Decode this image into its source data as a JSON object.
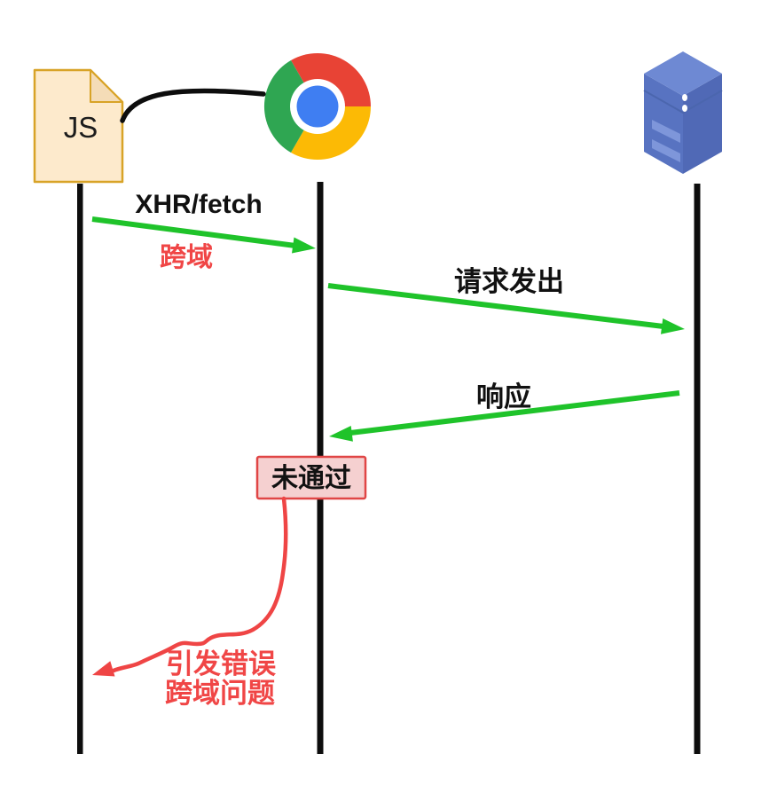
{
  "page": {
    "background": "#ffffff"
  },
  "diagram": {
    "kind": "cors-sequence-diagram",
    "actors": {
      "js_file": {
        "label": "JS",
        "icon": "js-file-icon",
        "fill": "#fdeacc",
        "border": "#d8a327"
      },
      "browser": {
        "icon": "chrome-icon"
      },
      "server": {
        "icon": "server-icon",
        "color": "#5872c0"
      }
    },
    "messages": {
      "xhr": {
        "label": "XHR/fetch",
        "note": "跨域",
        "from": "js_file",
        "to": "browser"
      },
      "request": {
        "label": "请求发出",
        "from": "browser",
        "to": "server"
      },
      "response": {
        "label": "响应",
        "from": "server",
        "to": "browser"
      },
      "cors_check": {
        "label": "未通过",
        "fill": "#f5d0d0",
        "border": "#e04545"
      },
      "error_note": {
        "line1": "引发错误",
        "line2": "跨域问题"
      }
    },
    "colors": {
      "message_arrow_green": "#1fc32a",
      "alert_red": "#f04646",
      "lifeline_black": "#0d0d0d",
      "chrome_red": "#e84335",
      "chrome_yellow": "#fcba05",
      "chrome_green": "#2fa652",
      "chrome_blue": "#3f7ef2",
      "server_top": "#6e89d3",
      "server_left": "#5873c1",
      "server_right": "#5069b6",
      "server_stripe": "#7e96da"
    }
  }
}
